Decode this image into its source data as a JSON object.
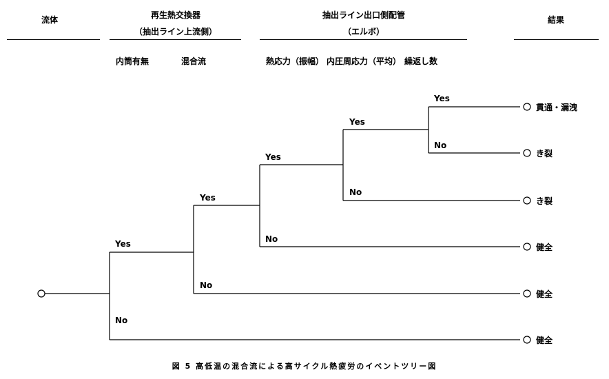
{
  "headers": {
    "fluid": "流体",
    "regen_hx": "再生熱交換器",
    "regen_hx_sub": "（抽出ライン上流側）",
    "outlet_pipe": "抽出ライン出口側配管",
    "outlet_pipe_sub": "（エルボ）",
    "result": "結果"
  },
  "subheaders": {
    "inner_tube": "内筒有無",
    "mixing_flow": "混合流",
    "thermal_stress": "熱応力（振幅）",
    "internal_pressure": "内圧周応力（平均）",
    "cycles": "繰返し数"
  },
  "branch_labels": {
    "yes": "Yes",
    "no": "No"
  },
  "outcomes": [
    "貫通・漏洩",
    "き裂",
    "き裂",
    "健全",
    "健全",
    "健全"
  ],
  "caption": "図 5 高低温の混合流による高サイクル熱疲労のイベントツリー図"
}
